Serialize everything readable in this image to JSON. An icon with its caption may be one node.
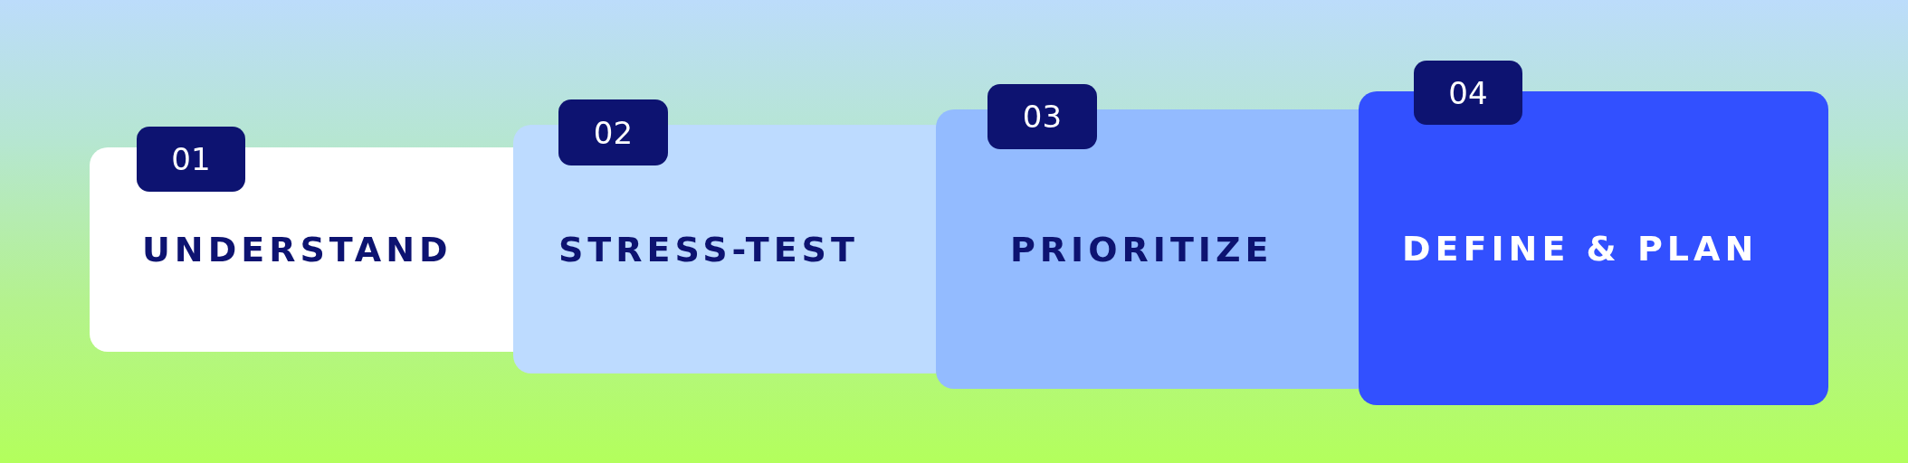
{
  "diagram": {
    "nodes": [
      {
        "text": [
          "UNDERSTAND"
        ]
      },
      {
        "text": [
          "01"
        ]
      },
      {
        "text": [
          "STRESS-TEST"
        ]
      },
      {
        "text": [
          "02"
        ]
      },
      {
        "text": [
          "PRIORITIZE"
        ]
      },
      {
        "text": [
          "03"
        ]
      },
      {
        "text": [
          "DEFINE & PLAN"
        ]
      },
      {
        "text": [
          "04"
        ]
      }
    ],
    "edges": []
  }
}
